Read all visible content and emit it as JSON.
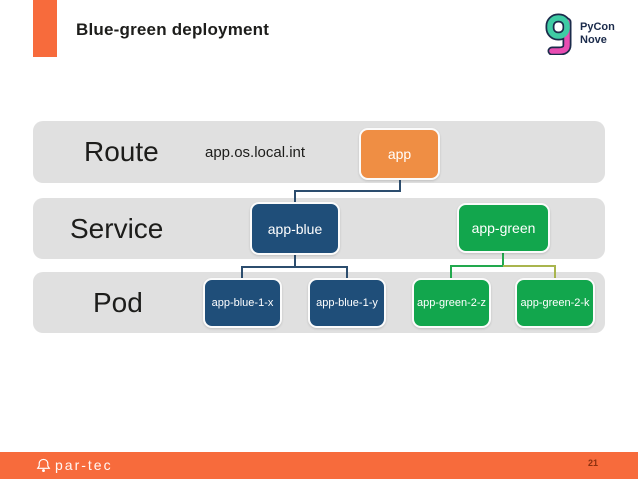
{
  "slide": {
    "title": "Blue-green deployment",
    "page_number": "21"
  },
  "header_logo": {
    "line1": "PyCon",
    "line2": "Nove",
    "icon": "pycon-nove-nine-glyph"
  },
  "footer_logo": {
    "text": "par-tec",
    "icon": "partec-bell-icon"
  },
  "diagram": {
    "rows": [
      {
        "label": "Route"
      },
      {
        "label": "Service"
      },
      {
        "label": "Pod"
      }
    ],
    "route": {
      "hostname": "app.os.local.int",
      "node": "app"
    },
    "services": [
      {
        "label": "app-blue",
        "color": "#1F4E79"
      },
      {
        "label": "app-green",
        "color": "#12A64D"
      }
    ],
    "pods": [
      {
        "label": "app-blue-1-x",
        "color": "#1F4E79",
        "parent": "app-blue"
      },
      {
        "label": "app-blue-1-y",
        "color": "#1F4E79",
        "parent": "app-blue"
      },
      {
        "label": "app-green-2-z",
        "color": "#12A64D",
        "parent": "app-green"
      },
      {
        "label": "app-green-2-k",
        "color": "#12A64D",
        "parent": "app-green"
      }
    ]
  },
  "colors": {
    "accent-orange": "#F76B3C",
    "node-orange": "#EF8E44",
    "node-navy": "#1F4E79",
    "node-green": "#12A64D",
    "band-gray": "#E0E0E0",
    "connector-navy": "#2C4D6E",
    "connector-green": "#22A94E",
    "connector-olive": "#A9B54E",
    "text-dark": "#1D1D1B",
    "logo-navy": "#1B2B4B",
    "logo-teal": "#3FCBA4",
    "logo-magenta": "#E84DB2",
    "page-number-color": "#8C300F"
  }
}
